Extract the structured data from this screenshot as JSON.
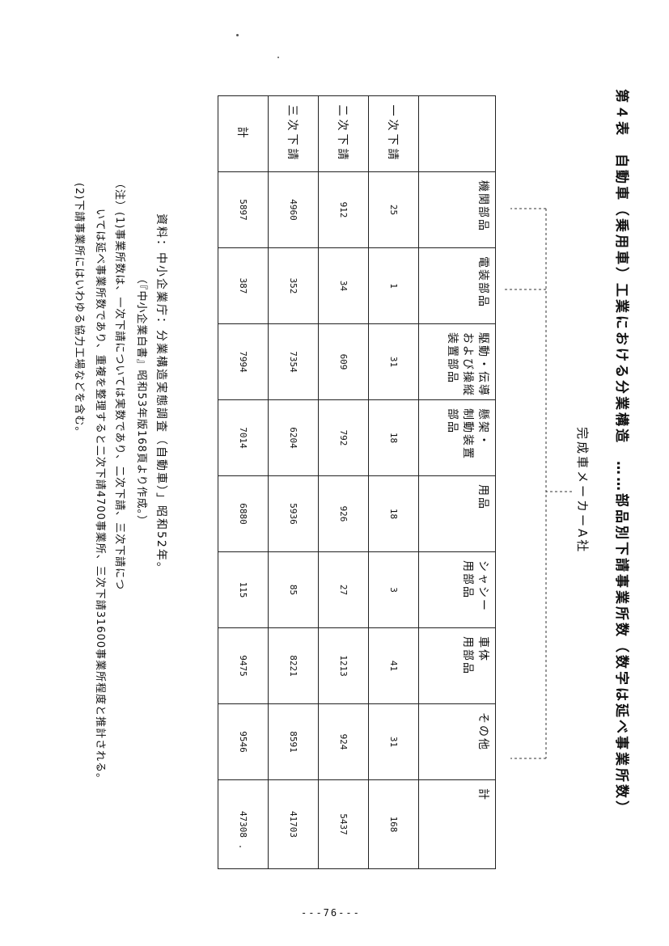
{
  "document": {
    "title": "第４表　自動車（乗用車）工業における分業構造　……部品別下請事業所数（数字は延べ事業所数）",
    "maker_label": "完成車メーカーA社",
    "columns": [
      "",
      "機関部品",
      "電装部品",
      "駆動・伝導\nおよび操縦\n装置部品",
      "懸架・\n制動装置\n部品",
      "用品",
      "シャシー\n用部品",
      "車体\n用部品",
      "その他",
      "計"
    ],
    "rows": [
      {
        "label": "一次下請",
        "values": [
          "25",
          "1",
          "31",
          "18",
          "18",
          "3",
          "41",
          "31",
          "168"
        ]
      },
      {
        "label": "二次下請",
        "values": [
          "912",
          "34",
          "609",
          "792",
          "926",
          "27",
          "1213",
          "924",
          "5437"
        ]
      },
      {
        "label": "三次下請",
        "values": [
          "4960",
          "352",
          "7354",
          "6204",
          "5936",
          "85",
          "8221",
          "8591",
          "41703"
        ]
      },
      {
        "label": "計",
        "values": [
          "5897",
          "387",
          "7994",
          "7014",
          "6880",
          "115",
          "9475",
          "9546",
          "47308"
        ]
      }
    ],
    "source_line": "資料：中小企業庁：分業構造実態調査（自動車）」昭和52年。",
    "source_line2": "（『中小企業白書』昭和53年版168頁より作成。）",
    "note1": "（注）(1)事業所数は、一次下請については実数であり、二次下請、三次下請につ",
    "note1_cont": "いては延べ事業所数であり、重複を整理すると二次下請4700事業所、三次下請31600事業所程度と推計される。",
    "note2": "(2)下請事業所にはいわゆる協力工場などを含む。",
    "page_number": "---76---"
  }
}
